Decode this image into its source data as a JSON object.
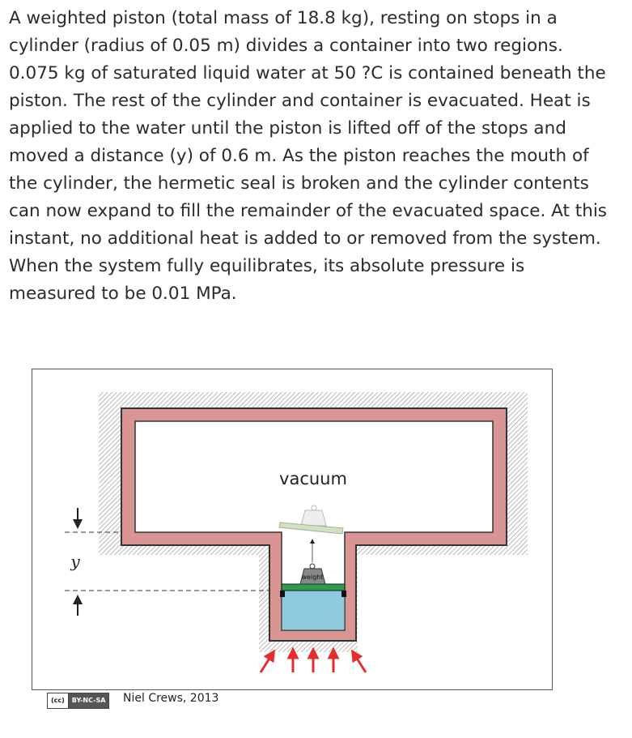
{
  "problem": {
    "text": "A weighted piston (total mass of 18.8 kg), resting on stops in a cylinder (radius of 0.05 m) divides a container into two regions. 0.075 kg of saturated liquid water at 50 ?C is contained beneath the piston. The rest of the cylinder and container is evacuated. Heat is applied to the water until the piston is lifted off of the stops and moved a distance (y) of 0.6 m. As the piston reaches the mouth of the cylinder, the hermetic seal is broken and the cylinder contents can now expand to fill the remainder of the evacuated space. At this instant, no additional heat is added to or removed from the system. When the system fully equilibrates, its absolute pressure is measured to be 0.01 MPa."
  },
  "figure": {
    "vacuum_label": "vacuum",
    "weight_label": "weight",
    "y_label": "y",
    "colors": {
      "wall": "#d99494",
      "water": "#8fcbe0",
      "piston": "#2e9b4e",
      "hatch": "#aaaaaa",
      "heat_arrow": "#e52d2d"
    }
  },
  "license": {
    "cc": "(cc)",
    "type": "BY-NC-SA",
    "author": "Niel Crews, 2013"
  }
}
